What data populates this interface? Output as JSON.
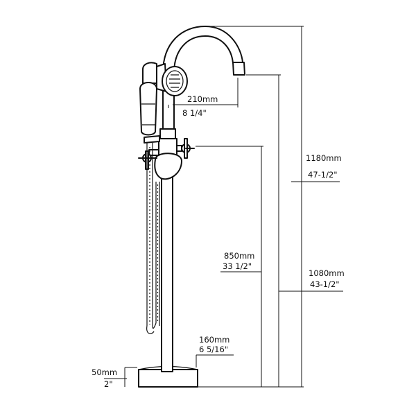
{
  "dimensions": {
    "spout_reach": {
      "metric": "210mm",
      "imperial": "8 1/4\""
    },
    "total_height": {
      "metric": "1180mm",
      "imperial": "47-1/2\""
    },
    "handle_height": {
      "metric": "850mm",
      "imperial": "33 1/2\""
    },
    "spout_height": {
      "metric": "1080mm",
      "imperial": "43-1/2\""
    },
    "base_diameter": {
      "metric": "160mm",
      "imperial": "6 5/16\""
    },
    "base_height": {
      "metric": "50mm",
      "imperial": "2\""
    }
  }
}
